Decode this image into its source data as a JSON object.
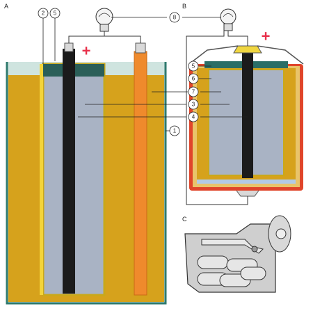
{
  "panels": {
    "a": {
      "letter": "A"
    },
    "b": {
      "letter": "B"
    },
    "c": {
      "letter": "C"
    }
  },
  "callouts": {
    "n1": "1",
    "n2": "2",
    "n3": "3",
    "n4": "4",
    "n5": "5",
    "n6": "6",
    "n7": "7",
    "n8": "8"
  },
  "terminal_signs": {
    "a_positive": "+",
    "b_positive": "+"
  },
  "colors": {
    "outer_jar": "#2f7a6e",
    "electrolyte": "#d6a21c",
    "porous_pot": "#a9b3c4",
    "carbon_rod": "#1b1b1b",
    "zinc_rod": "#ef8a2c",
    "zinc_case": "#e0452a",
    "seal": "#2a6e66",
    "plus_sign": "#e8304a",
    "wire": "#333333"
  }
}
